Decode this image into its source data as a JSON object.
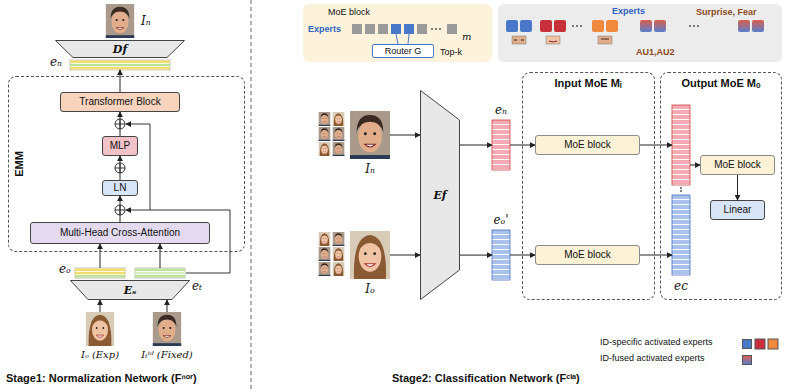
{
  "diagram": {
    "nodes": [
      {
        "text": [
          "Iₙ"
        ]
      },
      {
        "text": [
          "Df"
        ]
      },
      {
        "text": [
          "eₙ"
        ]
      },
      {
        "text": [
          "EMM"
        ]
      },
      {
        "text": [
          "Transformer Block"
        ],
        "in": 3
      },
      {
        "text": [
          "MLP"
        ],
        "in": 3
      },
      {
        "text": [
          "LN"
        ],
        "in": 3
      },
      {
        "text": [
          "Multi-Head Cross-Attention"
        ],
        "in": 3
      },
      {
        "text": [
          "eₒ"
        ]
      },
      {
        "text": [
          "eₜ"
        ]
      },
      {
        "text": [
          "Eₛ"
        ]
      },
      {
        "text": [
          "Iₒ (Exp)"
        ]
      },
      {
        "text": [
          "Iₜⁱᵈ (Fixed)"
        ]
      },
      {
        "text": [
          "MoE block",
          "Experts",
          "Top-k",
          "m"
        ]
      },
      {
        "text": [
          "Router G"
        ],
        "in": 13
      },
      {
        "text": [
          "Experts",
          "Surprise, Fear",
          "AU1,AU2"
        ]
      },
      {
        "text": [
          "Iₙ"
        ]
      },
      {
        "text": [
          "Iₒ"
        ]
      },
      {
        "text": [
          "Ef"
        ]
      },
      {
        "text": [
          "eₙ"
        ]
      },
      {
        "text": [
          "eₒ'"
        ]
      },
      {
        "text": [
          "Input MoE Mᵢ"
        ]
      },
      {
        "text": [
          "MoE block"
        ],
        "in": 21
      },
      {
        "text": [
          "MoE block"
        ],
        "in": 21
      },
      {
        "text": [
          "Output MoE Mₒ"
        ]
      },
      {
        "text": [
          "ec"
        ],
        "in": 24
      },
      {
        "text": [
          "MoE block"
        ],
        "in": 24
      },
      {
        "text": [
          "Linear"
        ],
        "in": 24
      }
    ],
    "edges": [
      {
        "from": 11,
        "to": 10,
        "arrow": "to"
      },
      {
        "from": 12,
        "to": 10,
        "arrow": "to"
      },
      {
        "from": 8,
        "to": 7,
        "arrow": "to"
      },
      {
        "from": 9,
        "to": 7,
        "arrow": "to"
      },
      {
        "from": 7,
        "to": 6,
        "arrow": "to"
      },
      {
        "from": 6,
        "to": 5,
        "arrow": "to"
      },
      {
        "from": 5,
        "to": 4,
        "arrow": "to"
      },
      {
        "from": 4,
        "to": 2,
        "arrow": "to"
      },
      {
        "from": 16,
        "to": 18,
        "arrow": "to"
      },
      {
        "from": 17,
        "to": 18,
        "arrow": "to"
      },
      {
        "from": 18,
        "to": 19,
        "arrow": "to"
      },
      {
        "from": 18,
        "to": 20,
        "arrow": "to"
      },
      {
        "from": 19,
        "to": 22,
        "arrow": "to"
      },
      {
        "from": 20,
        "to": 23,
        "arrow": "to"
      },
      {
        "from": 22,
        "to": 25,
        "arrow": "to"
      },
      {
        "from": 23,
        "to": 25,
        "arrow": "to"
      },
      {
        "from": 25,
        "to": 26,
        "arrow": "to"
      },
      {
        "from": 26,
        "to": 27,
        "arrow": "to"
      }
    ],
    "labels": [
      "Stage1: Normalization Network (Fⁿᵒʳ)",
      "Stage2: Classification Network (Fᶜˡᵃ)"
    ],
    "legend": [
      {
        "text": "ID-specific activated experts",
        "color": "#4a78c8"
      },
      {
        "text": "ID-fused activated experts",
        "color": "#d9604a"
      }
    ]
  }
}
